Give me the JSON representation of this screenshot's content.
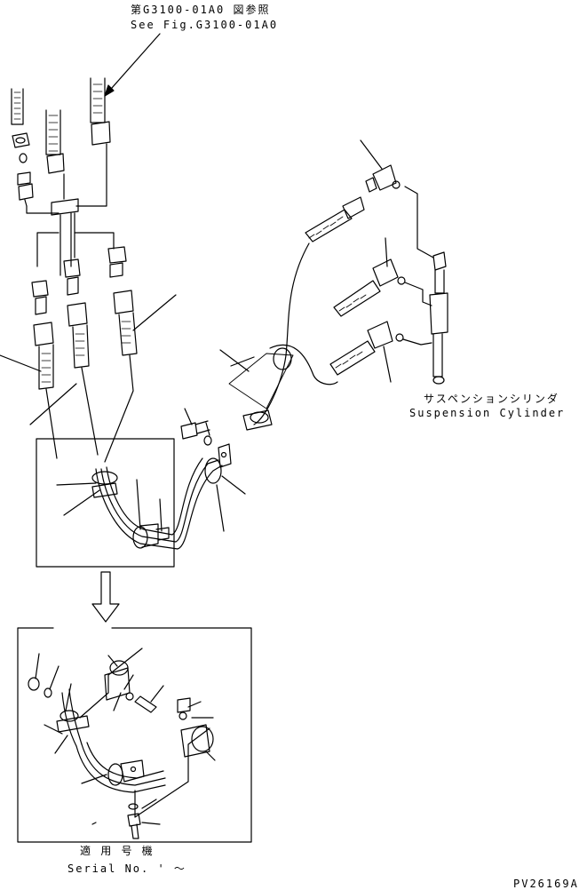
{
  "header": {
    "ref_jp": "第G3100-01A0 図参照",
    "ref_en": "See Fig.G3100-01A0"
  },
  "labels": {
    "suspension_jp": "サスペンションシリンダ",
    "suspension_en": "Suspension Cylinder",
    "serial_jp": "適 用 号 機",
    "serial_en": "Serial No.  '  ～",
    "drawing_no": "PV26169A"
  }
}
